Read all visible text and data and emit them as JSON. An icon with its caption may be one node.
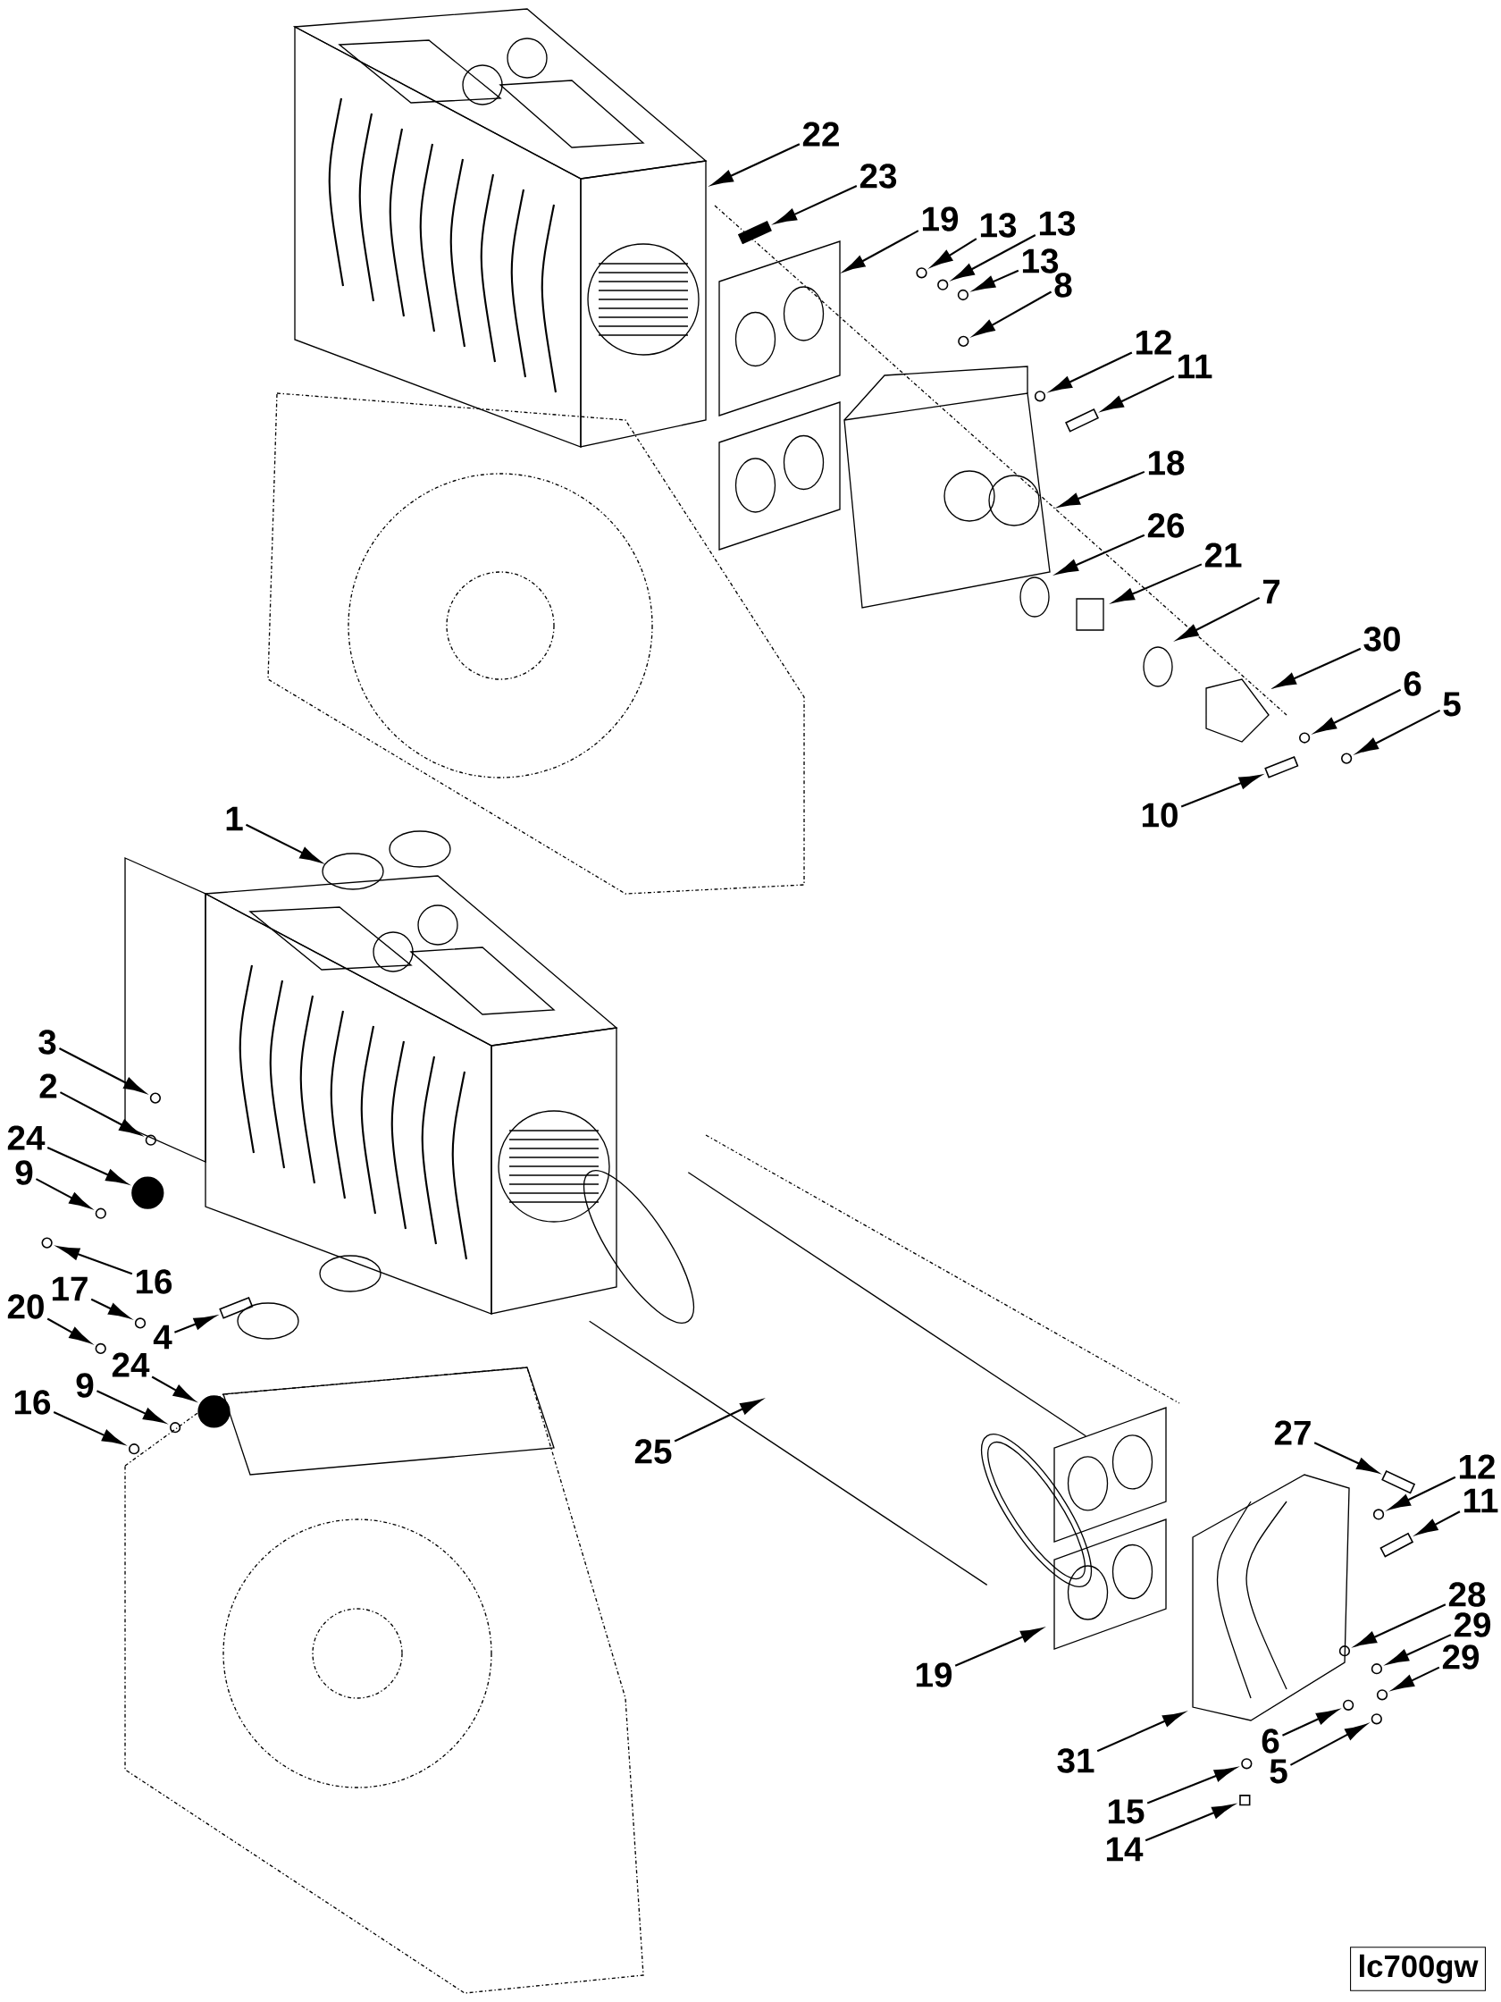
{
  "diagram": {
    "nodes": [
      {
        "text": [
          "22"
        ]
      },
      {
        "text": [
          "23"
        ]
      },
      {
        "text": [
          "19"
        ]
      },
      {
        "text": [
          "13"
        ]
      },
      {
        "text": [
          "13"
        ]
      },
      {
        "text": [
          "13"
        ]
      },
      {
        "text": [
          "8"
        ]
      },
      {
        "text": [
          "12"
        ]
      },
      {
        "text": [
          "11"
        ]
      },
      {
        "text": [
          "18"
        ]
      },
      {
        "text": [
          "26"
        ]
      },
      {
        "text": [
          "21"
        ]
      },
      {
        "text": [
          "7"
        ]
      },
      {
        "text": [
          "30"
        ]
      },
      {
        "text": [
          "6"
        ]
      },
      {
        "text": [
          "5"
        ]
      },
      {
        "text": [
          "10"
        ]
      },
      {
        "text": [
          "1"
        ]
      },
      {
        "text": [
          "3"
        ]
      },
      {
        "text": [
          "2"
        ]
      },
      {
        "text": [
          "24"
        ]
      },
      {
        "text": [
          "9"
        ]
      },
      {
        "text": [
          "16"
        ]
      },
      {
        "text": [
          "17"
        ]
      },
      {
        "text": [
          "20"
        ]
      },
      {
        "text": [
          "4"
        ]
      },
      {
        "text": [
          "24"
        ]
      },
      {
        "text": [
          "9"
        ]
      },
      {
        "text": [
          "16"
        ]
      },
      {
        "text": [
          "25"
        ]
      },
      {
        "text": [
          "27"
        ]
      },
      {
        "text": [
          "12"
        ]
      },
      {
        "text": [
          "11"
        ]
      },
      {
        "text": [
          "28"
        ]
      },
      {
        "text": [
          "29"
        ]
      },
      {
        "text": [
          "29"
        ]
      },
      {
        "text": [
          "19"
        ]
      },
      {
        "text": [
          "31"
        ]
      },
      {
        "text": [
          "6"
        ]
      },
      {
        "text": [
          "5"
        ]
      },
      {
        "text": [
          "15"
        ]
      },
      {
        "text": [
          "14"
        ]
      },
      {
        "text": [],
        "shape": "bar"
      },
      {
        "text": [],
        "shape": "circle"
      },
      {
        "text": [],
        "shape": "circle"
      },
      {
        "text": [],
        "shape": "circle"
      },
      {
        "text": [],
        "shape": "circle"
      },
      {
        "text": [],
        "shape": "circle"
      },
      {
        "text": [],
        "shape": "bar"
      },
      {
        "text": [],
        "shape": "circle"
      },
      {
        "text": [],
        "shape": "circle"
      },
      {
        "text": [],
        "shape": "bar"
      },
      {
        "text": [],
        "shape": "circle"
      },
      {
        "text": [],
        "shape": "circle"
      },
      {
        "text": [],
        "shape": "circle"
      },
      {
        "text": [],
        "shape": "circle"
      },
      {
        "text": [],
        "shape": "circle"
      },
      {
        "text": [],
        "shape": "circle"
      },
      {
        "text": [],
        "shape": "circle"
      },
      {
        "text": [],
        "shape": "bar"
      },
      {
        "text": [],
        "shape": "circle"
      },
      {
        "text": [],
        "shape": "circle"
      },
      {
        "text": [],
        "shape": "circle"
      },
      {
        "text": [],
        "shape": "bar"
      },
      {
        "text": [],
        "shape": "circle"
      },
      {
        "text": [],
        "shape": "bar"
      },
      {
        "text": [],
        "shape": "circle"
      },
      {
        "text": [],
        "shape": "circle"
      },
      {
        "text": [],
        "shape": "circle"
      },
      {
        "text": [],
        "shape": "circle"
      },
      {
        "text": [],
        "shape": "circle"
      },
      {
        "text": [],
        "shape": "box"
      },
      {
        "text": [],
        "shape": "circle"
      }
    ],
    "edges": [
      {
        "from": 0,
        "to": null,
        "arrow": "to"
      },
      {
        "from": 1,
        "to": 42,
        "arrow": "to"
      },
      {
        "from": 2,
        "to": null,
        "arrow": "to"
      },
      {
        "from": 3,
        "to": 43,
        "arrow": "to"
      },
      {
        "from": 4,
        "to": 44,
        "arrow": "to"
      },
      {
        "from": 5,
        "to": 45,
        "arrow": "to"
      },
      {
        "from": 6,
        "to": 46,
        "arrow": "to"
      },
      {
        "from": 7,
        "to": 47,
        "arrow": "to"
      },
      {
        "from": 8,
        "to": 48,
        "arrow": "to"
      },
      {
        "from": 9,
        "to": null,
        "arrow": "to"
      },
      {
        "from": 10,
        "to": null,
        "arrow": "to"
      },
      {
        "from": 11,
        "to": null,
        "arrow": "to"
      },
      {
        "from": 12,
        "to": null,
        "arrow": "to"
      },
      {
        "from": 13,
        "to": null,
        "arrow": "to"
      },
      {
        "from": 14,
        "to": 49,
        "arrow": "to"
      },
      {
        "from": 15,
        "to": 50,
        "arrow": "to"
      },
      {
        "from": 16,
        "to": 51,
        "arrow": "to"
      },
      {
        "from": 17,
        "to": null,
        "arrow": "to"
      },
      {
        "from": 18,
        "to": 52,
        "arrow": "to"
      },
      {
        "from": 19,
        "to": 53,
        "arrow": "to"
      },
      {
        "from": 20,
        "to": 54,
        "arrow": "to"
      },
      {
        "from": 21,
        "to": 55,
        "arrow": "to"
      },
      {
        "from": 22,
        "to": 56,
        "arrow": "to"
      },
      {
        "from": 23,
        "to": 57,
        "arrow": "to"
      },
      {
        "from": 24,
        "to": 58,
        "arrow": "to"
      },
      {
        "from": 25,
        "to": 59,
        "arrow": "to"
      },
      {
        "from": 26,
        "to": 60,
        "arrow": "to"
      },
      {
        "from": 27,
        "to": 61,
        "arrow": "to"
      },
      {
        "from": 28,
        "to": 62,
        "arrow": "to"
      },
      {
        "from": 29,
        "to": null,
        "arrow": "to"
      },
      {
        "from": 30,
        "to": 63,
        "arrow": "to"
      },
      {
        "from": 31,
        "to": 64,
        "arrow": "to"
      },
      {
        "from": 32,
        "to": 65,
        "arrow": "to"
      },
      {
        "from": 33,
        "to": 72,
        "arrow": "to"
      },
      {
        "from": 34,
        "to": 66,
        "arrow": "to"
      },
      {
        "from": 35,
        "to": 67,
        "arrow": "to"
      },
      {
        "from": 36,
        "to": null,
        "arrow": "to"
      },
      {
        "from": 37,
        "to": null,
        "arrow": "to"
      },
      {
        "from": 38,
        "to": 68,
        "arrow": "to"
      },
      {
        "from": 39,
        "to": 69,
        "arrow": "to"
      },
      {
        "from": 40,
        "to": 70,
        "arrow": "to"
      },
      {
        "from": 41,
        "to": 71,
        "arrow": "to"
      }
    ],
    "labels": [
      "lc700gw"
    ]
  }
}
